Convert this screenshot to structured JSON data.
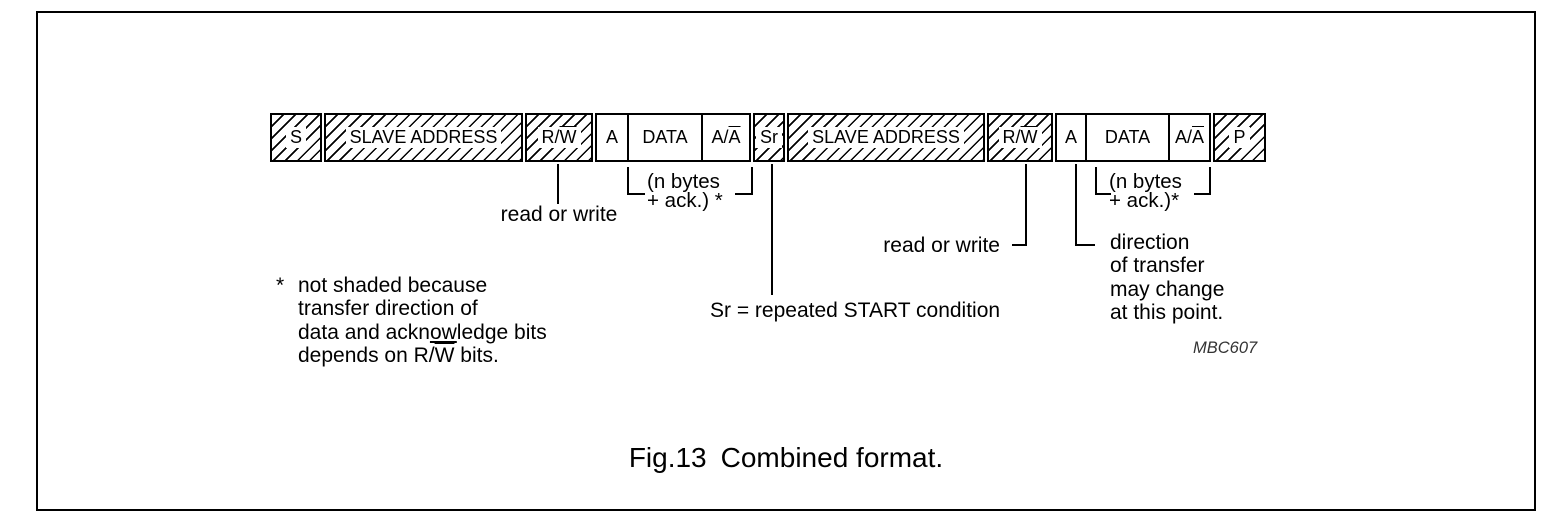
{
  "figure": {
    "caption_fig": "Fig.13",
    "caption_text": "Combined format.",
    "code": "MBC607"
  },
  "format_bar": {
    "boxes": [
      {
        "name": "start",
        "pre": "S",
        "over": "",
        "hatched": true,
        "width": 52
      },
      {
        "name": "slave-address-1",
        "pre": "SLAVE ADDRESS",
        "over": "",
        "hatched": true,
        "width": 199
      },
      {
        "name": "rw-1",
        "pre": "R/",
        "over": "W",
        "hatched": true,
        "width": 68
      },
      {
        "name": "ack-1",
        "pre": "A",
        "over": "",
        "hatched": false,
        "width": 34
      },
      {
        "name": "data-1",
        "pre": "DATA",
        "over": "",
        "hatched": false,
        "width": 76
      },
      {
        "name": "ack-nack-1",
        "pre": "A/",
        "over": "A",
        "hatched": false,
        "width": 50
      },
      {
        "name": "repeated-start",
        "pre": "Sr",
        "over": "",
        "hatched": true,
        "width": 32
      },
      {
        "name": "slave-address-2",
        "pre": "SLAVE ADDRESS",
        "over": "",
        "hatched": true,
        "width": 198
      },
      {
        "name": "rw-2",
        "pre": "R/",
        "over": "W",
        "hatched": true,
        "width": 66
      },
      {
        "name": "ack-2",
        "pre": "A",
        "over": "",
        "hatched": false,
        "width": 32
      },
      {
        "name": "data-2",
        "pre": "DATA",
        "over": "",
        "hatched": false,
        "width": 85
      },
      {
        "name": "ack-nack-2",
        "pre": "A/",
        "over": "A",
        "hatched": false,
        "width": 43
      },
      {
        "name": "stop",
        "pre": "P",
        "over": "",
        "hatched": true,
        "width": 53
      }
    ]
  },
  "annotations": {
    "read_or_write_1": "read or write",
    "nbytes_1": [
      "(n bytes",
      "+ ack.) *"
    ],
    "sr_note": "Sr = repeated START condition",
    "read_or_write_2": "read or write",
    "nbytes_2": [
      "(n bytes",
      "+ ack.)*"
    ],
    "direction_note": [
      "direction",
      "of transfer",
      "may change",
      "at this point."
    ]
  },
  "footnote": {
    "marker": "*",
    "lines": [
      [
        {
          "t": "not shaded because"
        }
      ],
      [
        {
          "t": "transfer direction of"
        }
      ],
      [
        {
          "t": "data and ackn"
        },
        {
          "t": "ow",
          "u": true
        },
        {
          "t": "ledge bits"
        }
      ],
      [
        {
          "t": "depends on R/"
        },
        {
          "t": "W",
          "o": true
        },
        {
          "t": " bits."
        }
      ]
    ]
  }
}
